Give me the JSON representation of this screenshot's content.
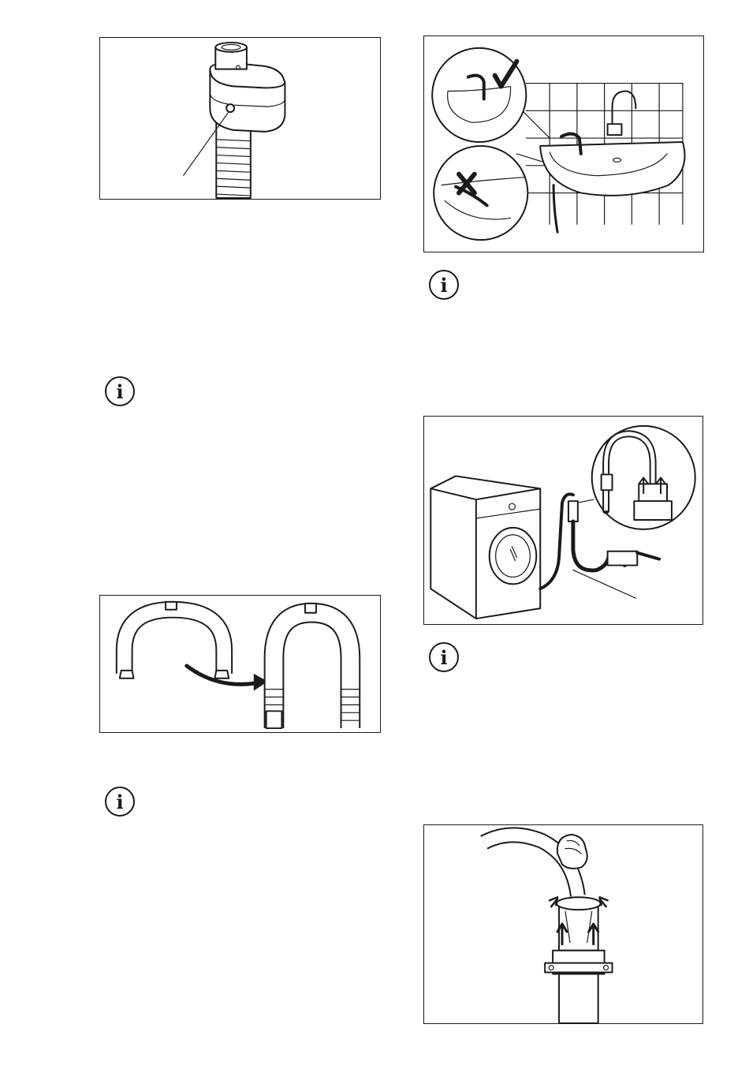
{
  "figures": [
    {
      "id": "drain-hose-connector-with-hole",
      "icon": "hose-connector-figure"
    },
    {
      "id": "hose-on-washbasin-edge",
      "icon": "washbasin-figure"
    },
    {
      "id": "hose-guide-fitting",
      "icon": "hose-guide-figure"
    },
    {
      "id": "hose-into-siphon",
      "icon": "siphon-connection-figure"
    },
    {
      "id": "hose-into-standpipe",
      "icon": "standpipe-figure"
    }
  ],
  "info_icons": [
    {
      "icon": "info-icon",
      "glyph": "i"
    },
    {
      "icon": "info-icon",
      "glyph": "i"
    },
    {
      "icon": "info-icon",
      "glyph": "i"
    },
    {
      "icon": "info-icon",
      "glyph": "i"
    }
  ],
  "colors": {
    "line": "#1a1a1a",
    "shade": "#bdbdbd",
    "light_shade": "#e2e2e2",
    "background": "#ffffff"
  }
}
